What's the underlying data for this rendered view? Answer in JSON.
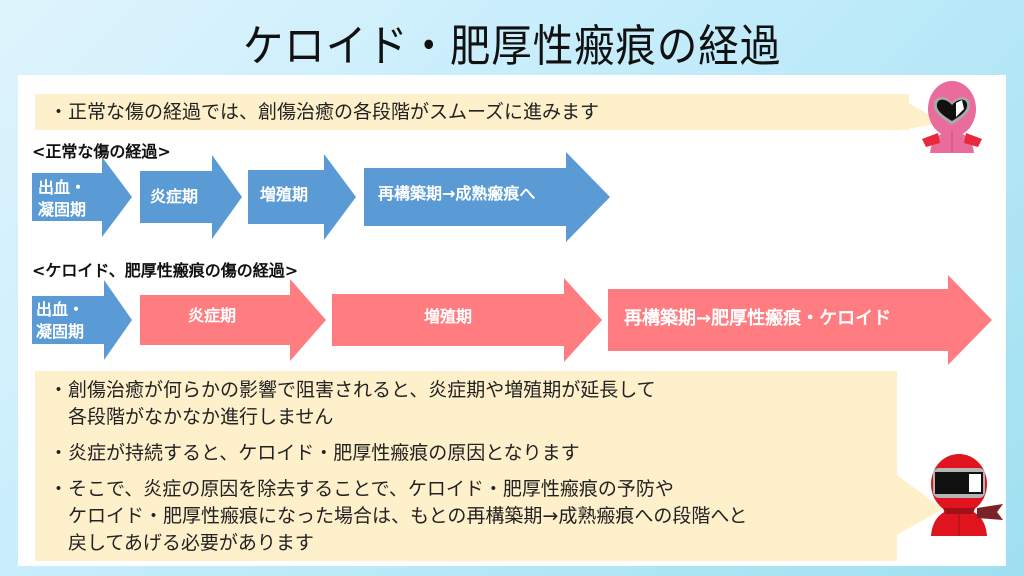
{
  "title": "ケロイド・肥厚性瘢痕の経過",
  "intro": "・正常な傷の経過では、創傷治癒の各段階がスムーズに進みます",
  "normal": {
    "heading": "<正常な傷の経過>",
    "steps": [
      {
        "line1": "出血・",
        "line2": "凝固期"
      },
      {
        "label": "炎症期"
      },
      {
        "label": "増殖期"
      },
      {
        "label": "再構築期→成熟瘢痕へ"
      }
    ]
  },
  "keloid": {
    "heading": "<ケロイド、肥厚性瘢痕の傷の経過>",
    "steps": [
      {
        "line1": "出血・",
        "line2": "凝固期"
      },
      {
        "label": "炎症期"
      },
      {
        "label": "増殖期"
      },
      {
        "label": "再構築期→肥厚性瘢痕・ケロイド"
      }
    ]
  },
  "notes": {
    "b1_l1": "・創傷治癒が何らかの影響で阻害されると、炎症期や増殖期が延長して",
    "b1_l2": "各段階がなかなか進行しません",
    "b2": "・炎症が持続すると、ケロイド・肥厚性瘢痕の原因となります",
    "b3_l1": "・そこで、炎症の原因を除去することで、ケロイド・肥厚性瘢痕の予防や",
    "b3_l2": "ケロイド・肥厚性瘢痕になった場合は、もとの再構築期→成熟瘢痕への段階へと",
    "b3_l3": "戻してあげる必要があります"
  },
  "colors": {
    "blue": "#5b9bd5",
    "pink": "#ff7c80",
    "note_bg": "#fff0cc"
  }
}
